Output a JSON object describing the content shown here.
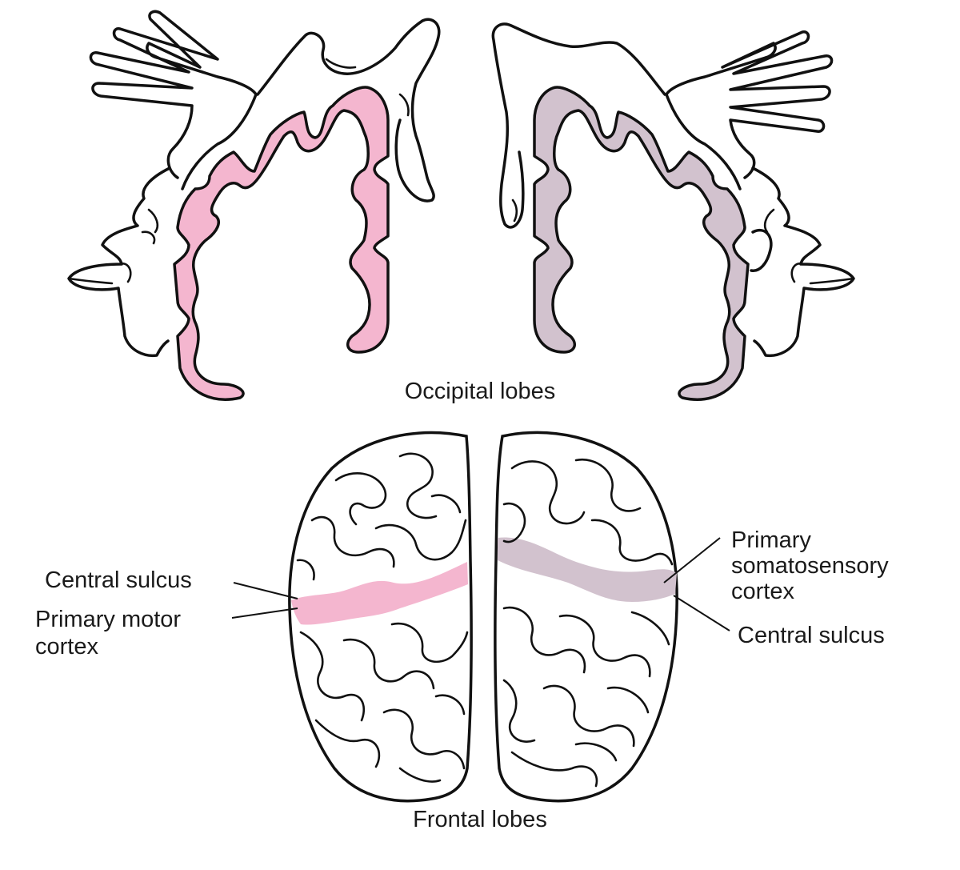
{
  "labels": {
    "occipital": "Occipital lobes",
    "frontal": "Frontal lobes",
    "central_sulcus_left": "Central sulcus",
    "motor_line1": "Primary motor",
    "motor_line2": "cortex",
    "somato_line1": "Primary",
    "somato_line2": "somatosensory",
    "somato_line3": "cortex",
    "central_sulcus_right": "Central sulcus"
  },
  "colors": {
    "motor_cortex": "#f4b6cf",
    "somatosensory_cortex": "#d2c2ce",
    "outline": "#111111",
    "background": "#ffffff"
  },
  "icons": {
    "left_homunculus": "motor-homunculus-icon",
    "right_homunculus": "sensory-homunculus-icon"
  }
}
